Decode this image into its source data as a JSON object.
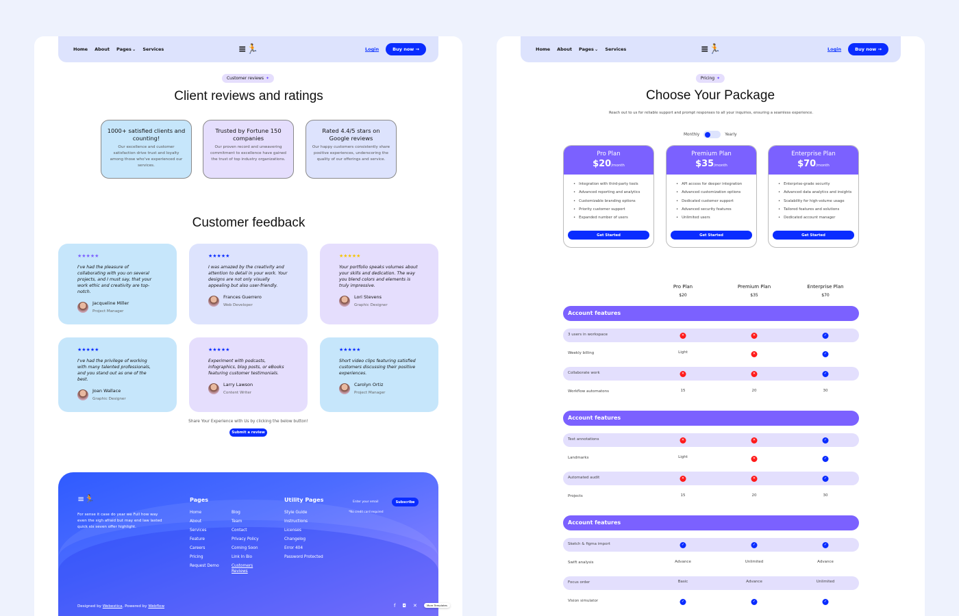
{
  "colors": {
    "background": "#eef2fd",
    "nav": "#dde3fd",
    "primary": "#0a2cff",
    "purple": "#7b61ff",
    "card_blue": "#c6e6fb",
    "card_lavender": "#dde3fd",
    "card_purple": "#e5defd",
    "cross": "#ff1a1a"
  },
  "nav": {
    "links": [
      "Home",
      "About",
      "Pages",
      "Services"
    ],
    "logo_icon": "running-man-icon",
    "login": "Login",
    "buy": "Buy now →"
  },
  "reviews_page": {
    "badge": "Customer reviews",
    "title": "Client reviews and ratings",
    "stats": [
      {
        "title": "1000+ satisfied clients and counting!",
        "text": "Our excellence and customer satisfaction drive trust and loyalty among those who've experienced our services."
      },
      {
        "title": "Trusted by Fortune 150 companies",
        "text": "Our proven record and unwavering commitment to excellence have gained the trust of top industry organizations."
      },
      {
        "title": "Rated 4.4/5 stars on Google reviews",
        "text": "Our happy customers consistently share positive experiences, underscoring the quality of our offerings and service."
      }
    ],
    "feedback_title": "Customer feedback",
    "reviews": [
      {
        "stars": "★★★★★",
        "star_color": "#7b61ff",
        "quote": "I've had the pleasure of collaborating with you on several projects, and I must say, that your work ethic and creativity are top-notch.",
        "name": "Jacqueline Miller",
        "role": "Project Manager"
      },
      {
        "stars": "★★★★★",
        "star_color": "#0a2cff",
        "quote": "I was amazed by the creativity and attention to detail in your work. Your designs are not only visually appealing but also user-friendly.",
        "name": "Frances Guerrero",
        "role": "Web Developer"
      },
      {
        "stars": "★★★★★",
        "star_color": "#f5c400",
        "quote": "Your portfolio speaks volumes about your skills and dedication. The way you blend colors and elements is truly impressive.",
        "name": "Lori Stevens",
        "role": "Graphic Designer"
      },
      {
        "stars": "★★★★★",
        "star_color": "#0a2cff",
        "quote": "I've had the privilege of working with many talented professionals, and you stand out as one of the best.",
        "name": "Joan Wallace",
        "role": "Graphic Designer"
      },
      {
        "stars": "★★★★★",
        "star_color": "#0a2cff",
        "quote": "Experiment with podcasts, infographics, blog posts, or eBooks featuring customer testimonials.",
        "name": "Larry Lawson",
        "role": "Content Writer"
      },
      {
        "stars": "★★★★★",
        "star_color": "#0a2cff",
        "quote": "Short video clips featuring satisfied customers discussing their positive experiences.",
        "name": "Carolyn Ortiz",
        "role": "Project Manager"
      }
    ],
    "share_text": "Share Your Experience with Us by clicking the below button!",
    "submit": "Submit a review"
  },
  "footer": {
    "about": "For sense it case do year we Full how way even the sigh afraid but may end law lasted quick six seven offer highlight.",
    "pages_title": "Pages",
    "pages_col1": [
      "Home",
      "About",
      "Services",
      "Feature",
      "Careers",
      "Pricing",
      "Request Demo"
    ],
    "pages_col2": [
      "Blog",
      "Team",
      "Contact",
      "Privacy Policy",
      "Coming Soon",
      "Link In Bio",
      "Customers Reviews"
    ],
    "utility_title": "Utility Pages",
    "utility": [
      "Style Guide",
      "Instructions",
      "Licenses",
      "Changelog",
      "Error 404",
      "Password Protected"
    ],
    "email_placeholder": "Enter your email",
    "subscribe": "Subscribe",
    "note": "*No credit card required",
    "credit_prefix": "Designed by ",
    "credit_a": "Webestica",
    "credit_mid": ", Powered by ",
    "credit_b": "Webflow",
    "social": [
      "facebook-icon",
      "instagram-icon",
      "x-icon"
    ],
    "more_templates": "More Templates"
  },
  "pricing_page": {
    "badge": "Pricing",
    "title": "Choose Your Package",
    "subtitle": "Reach out to us for reliable support and prompt responses to all your inquiries, ensuring a seamless experience.",
    "toggle": {
      "left": "Monthly",
      "right": "Yearly",
      "selected": "Monthly"
    },
    "plans": [
      {
        "name": "Pro Plan",
        "price": "$20",
        "period": "/month",
        "features": [
          "Integration with third-party tools",
          "Advanced reporting and analytics",
          "Customizable branding options",
          "Priority customer support",
          "Expanded number of users"
        ],
        "cta": "Get Started"
      },
      {
        "name": "Premium Plan",
        "price": "$35",
        "period": "/month",
        "features": [
          "API access for deeper integration",
          "Advanced customization options",
          "Dedicated customer support",
          "Advanced security features",
          "Unlimited users"
        ],
        "cta": "Get Started"
      },
      {
        "name": "Enterprise Plan",
        "price": "$70",
        "period": "/month",
        "features": [
          "Enterprise-grade security",
          "Advanced data analytics and insights",
          "Scalability for high-volume usage",
          "Tailored features and solutions",
          "Dedicated account manager"
        ],
        "cta": "Get Started"
      }
    ],
    "compare_headers": [
      {
        "name": "Pro Plan",
        "price": "$20"
      },
      {
        "name": "Premium Plan",
        "price": "$35"
      },
      {
        "name": "Enterprise Plan",
        "price": "$70"
      }
    ],
    "sections": [
      {
        "title": "Account features",
        "rows": [
          {
            "label": "3 users in workspace",
            "values": [
              "x",
              "x",
              "check"
            ]
          },
          {
            "label": "Weekly billing",
            "values": [
              "Light",
              "x",
              "check"
            ]
          },
          {
            "label": "Collaborate work",
            "values": [
              "x",
              "x",
              "check"
            ]
          },
          {
            "label": "Workflow automatons",
            "values": [
              "15",
              "20",
              "30"
            ]
          }
        ]
      },
      {
        "title": "Account features",
        "rows": [
          {
            "label": "Text annotations",
            "values": [
              "x",
              "x",
              "check"
            ]
          },
          {
            "label": "Landmarks",
            "values": [
              "Light",
              "x",
              "check"
            ]
          },
          {
            "label": "Automated audit",
            "values": [
              "x",
              "x",
              "check"
            ]
          },
          {
            "label": "Projects",
            "values": [
              "15",
              "20",
              "30"
            ]
          }
        ]
      },
      {
        "title": "Account features",
        "rows": [
          {
            "label": "Sketch & figma import",
            "values": [
              "check",
              "check",
              "check"
            ]
          },
          {
            "label": "Swift analysis",
            "values": [
              "Advance",
              "Unlimited",
              "Advance"
            ]
          },
          {
            "label": "Focus order",
            "values": [
              "Basic",
              "Advance",
              "Unlimited"
            ]
          },
          {
            "label": "Vision simulator",
            "values": [
              "check",
              "check",
              "check"
            ]
          }
        ]
      }
    ]
  }
}
